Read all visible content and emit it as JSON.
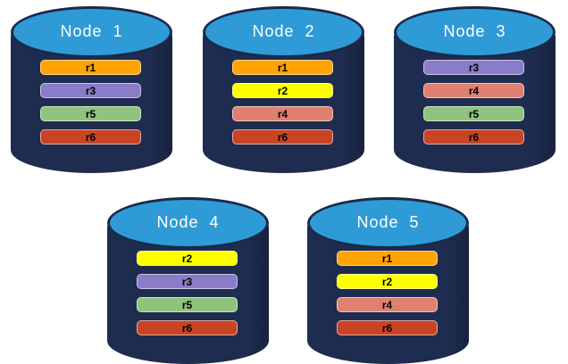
{
  "colors": {
    "background": "#FFFFFF",
    "cylinder_body": "#1E2C4F",
    "cylinder_body_shade": "#17233F",
    "cylinder_top": "#2E9BD6",
    "cylinder_outline": "#1A2A4A",
    "node_title_text": "#FFFFFF",
    "bar_label_text": "#000000",
    "replicas": {
      "r1": "#FFA203",
      "r2": "#FFFF00",
      "r3": "#8A7CC6",
      "r4": "#E08070",
      "r5": "#8FC37E",
      "r6": "#C84425"
    }
  },
  "nodes": [
    {
      "title": "Node  1",
      "replicas": [
        "r1",
        "r3",
        "r5",
        "r6"
      ]
    },
    {
      "title": "Node  2",
      "replicas": [
        "r1",
        "r2",
        "r4",
        "r6"
      ]
    },
    {
      "title": "Node  3",
      "replicas": [
        "r3",
        "r4",
        "r5",
        "r6"
      ]
    },
    {
      "title": "Node  4",
      "replicas": [
        "r2",
        "r3",
        "r5",
        "r6"
      ]
    },
    {
      "title": "Node  5",
      "replicas": [
        "r1",
        "r2",
        "r4",
        "r6"
      ]
    }
  ]
}
